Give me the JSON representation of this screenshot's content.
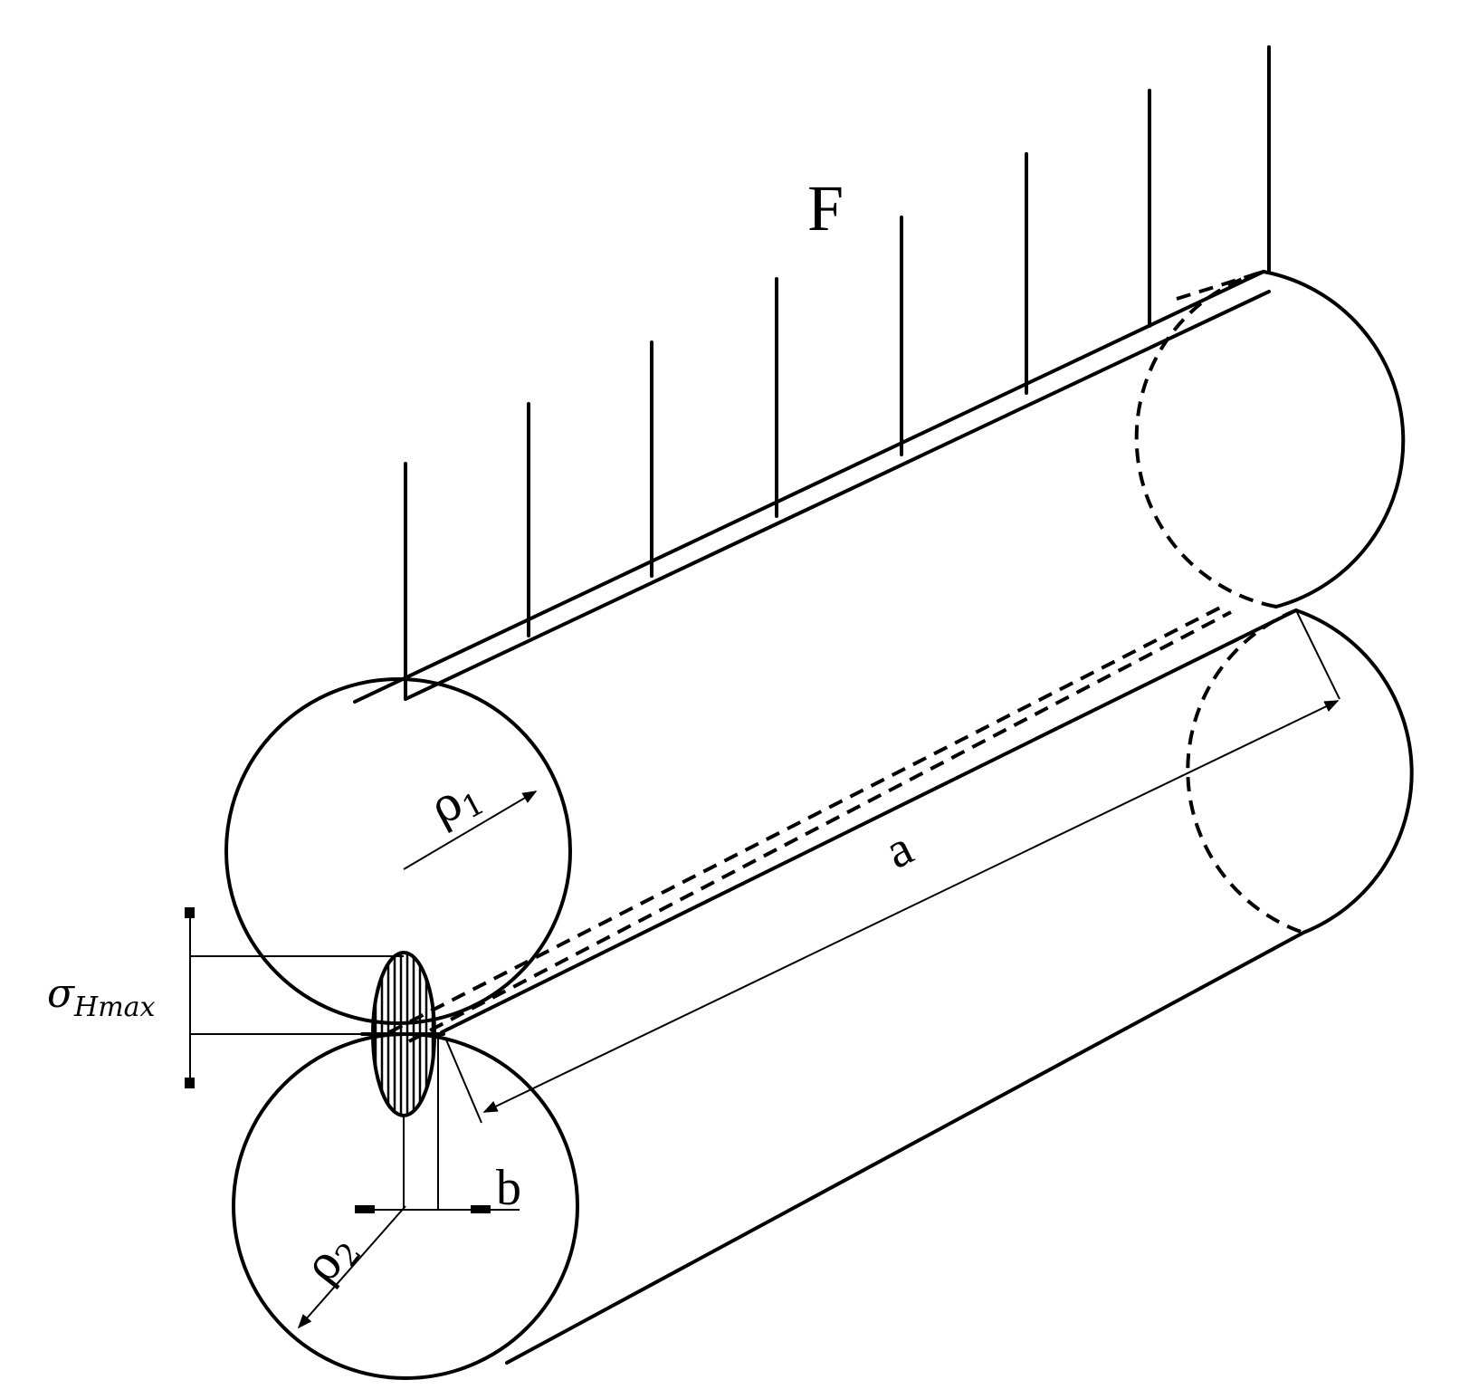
{
  "labels": {
    "force": "F",
    "radius_upper_symbol": "ρ",
    "radius_upper_sub": "1",
    "radius_lower_symbol": "ρ",
    "radius_lower_sub": "2",
    "length": "a",
    "half_width": "b",
    "stress_symbol": "σ",
    "stress_sub": "Hmax"
  }
}
